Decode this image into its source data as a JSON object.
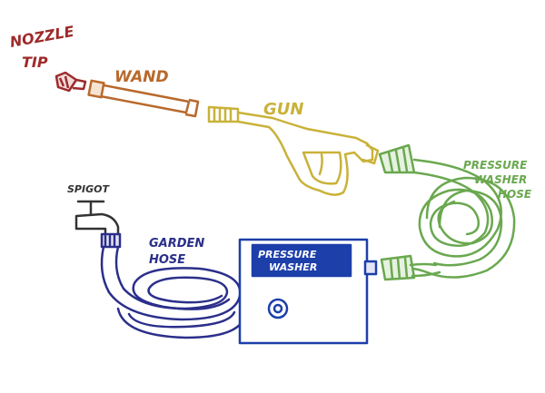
{
  "labels": {
    "nozzle_tip_line1": "NOZZLE",
    "nozzle_tip_line2": "TIP",
    "wand": "WAND",
    "gun": "GUN",
    "pressure_washer_hose_line1": "PRESSURE",
    "pressure_washer_hose_line2": "WASHER",
    "pressure_washer_hose_line3": "HOSE",
    "spigot": "SPIGOT",
    "garden_hose_line1": "GARDEN",
    "garden_hose_line2": "HOSE",
    "pressure_washer_line1": "PRESSURE",
    "pressure_washer_line2": "WASHER"
  },
  "colors": {
    "nozzle": "#9e2a2a",
    "wand": "#b8692c",
    "gun": "#c9b23a",
    "pw_hose": "#6aa84f",
    "garden": "#2b2f8a",
    "machine": "#1c3faa",
    "spigot": "#333333"
  }
}
